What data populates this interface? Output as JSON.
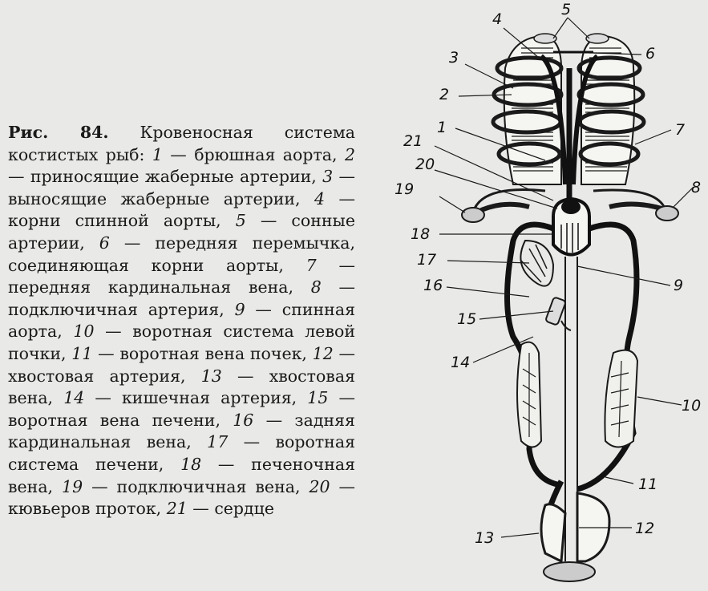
{
  "caption": {
    "fig_label": "Рис. 84.",
    "intro": " Кровеносная система костистых рыб: ",
    "items": [
      {
        "num": "1",
        "text": " — брюшная аорта, "
      },
      {
        "num": "2",
        "text": " — приносящие жаберные артерии, "
      },
      {
        "num": "3",
        "text": " — выносящие жаберные артерии, "
      },
      {
        "num": "4",
        "text": " — корни спинной аорты, "
      },
      {
        "num": "5",
        "text": " — сонные артерии, "
      },
      {
        "num": "6",
        "text": " — передняя перемычка, соединяющая корни аорты, "
      },
      {
        "num": "7",
        "text": " — передняя кардинальная вена, "
      },
      {
        "num": "8",
        "text": " — подключичная артерия, "
      },
      {
        "num": "9",
        "text": " — спинная аорта, "
      },
      {
        "num": "10",
        "text": " — воротная система левой почки, "
      },
      {
        "num": "11",
        "text": " — воротная вена почек, "
      },
      {
        "num": "12",
        "text": " — хвостовая артерия, "
      },
      {
        "num": "13",
        "text": " — хвостовая вена, "
      },
      {
        "num": "14",
        "text": " — кишечная артерия, "
      },
      {
        "num": "15",
        "text": " — воротная вена печени, "
      },
      {
        "num": "16",
        "text": " — задняя кардинальная вена, "
      },
      {
        "num": "17",
        "text": " — воротная система печени, "
      },
      {
        "num": "18",
        "text": " — печеночная вена, "
      },
      {
        "num": "19",
        "text": " — подключичная вена, "
      },
      {
        "num": "20",
        "text": " — кювьеров проток, "
      },
      {
        "num": "21",
        "text": " — сердце"
      }
    ]
  },
  "diagram_labels": [
    "1",
    "2",
    "3",
    "4",
    "5",
    "6",
    "7",
    "8",
    "9",
    "10",
    "11",
    "12",
    "13",
    "14",
    "15",
    "16",
    "17",
    "18",
    "19",
    "20",
    "21"
  ]
}
